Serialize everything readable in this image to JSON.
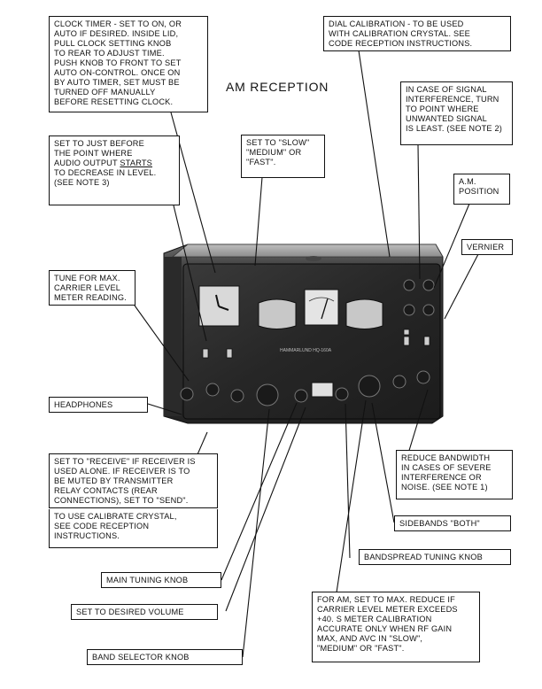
{
  "title": "AM RECEPTION",
  "brand_label": "HAMMARLUND HQ-160A",
  "callouts": {
    "clock_timer": "CLOCK TIMER - SET TO ON, OR\nAUTO IF DESIRED. INSIDE LID,\nPULL CLOCK SETTING KNOB\nTO REAR TO ADJUST TIME.\nPUSH KNOB TO FRONT TO SET\nAUTO ON-CONTROL. ONCE ON\nBY AUTO TIMER, SET MUST BE\nTURNED OFF MANUALLY\nBEFORE RESETTING CLOCK.",
    "dial_calibration": "DIAL CALIBRATION - TO BE USED\nWITH CALIBRATION CRYSTAL. SEE\nCODE RECEPTION INSTRUCTIONS.",
    "signal_interference": "IN CASE OF SIGNAL\nINTERFERENCE, TURN\nTO POINT WHERE\nUNWANTED SIGNAL\nIS LEAST. (SEE NOTE 2)",
    "audio_level_a": "SET TO JUST BEFORE\nTHE POINT WHERE\nAUDIO OUTPUT ",
    "audio_level_b": "STARTS",
    "audio_level_c": "\nTO DECREASE IN LEVEL.\n(SEE NOTE 3)",
    "speed": "SET TO \"SLOW\"\n\"MEDIUM\" OR\n\"FAST\".",
    "am_position": "A.M.\nPOSITION",
    "vernier": "VERNIER",
    "tune_max": "TUNE FOR MAX.\nCARRIER LEVEL\nMETER READING.",
    "headphones": "HEADPHONES",
    "receive": "SET TO \"RECEIVE\" IF RECEIVER IS\nUSED ALONE. IF RECEIVER IS TO\nBE MUTED BY TRANSMITTER\nRELAY CONTACTS (REAR\nCONNECTIONS), SET TO \"SEND\".",
    "calibrate_crystal": "TO USE CALIBRATE CRYSTAL,\nSEE CODE RECEPTION\nINSTRUCTIONS.",
    "bandwidth": "REDUCE BANDWIDTH\nIN CASES OF SEVERE\nINTERFERENCE OR\nNOISE. (SEE NOTE 1)",
    "sidebands": "SIDEBANDS \"BOTH\"",
    "bandspread": "BANDSPREAD TUNING KNOB",
    "main_tuning": "MAIN TUNING KNOB",
    "volume": "SET TO DESIRED VOLUME",
    "band_selector": "BAND SELECTOR KNOB",
    "rf_gain": "FOR AM, SET TO MAX. REDUCE IF\nCARRIER LEVEL METER EXCEEDS\n+40. S METER CALIBRATION\nACCURATE ONLY WHEN RF GAIN\nMAX, AND AVC IN \"SLOW\",\n\"MEDIUM\" OR \"FAST\"."
  },
  "colors": {
    "ink": "#111111",
    "panel": "#2b2b2b",
    "cabinet": "#3a3a3a",
    "background": "#ffffff"
  }
}
